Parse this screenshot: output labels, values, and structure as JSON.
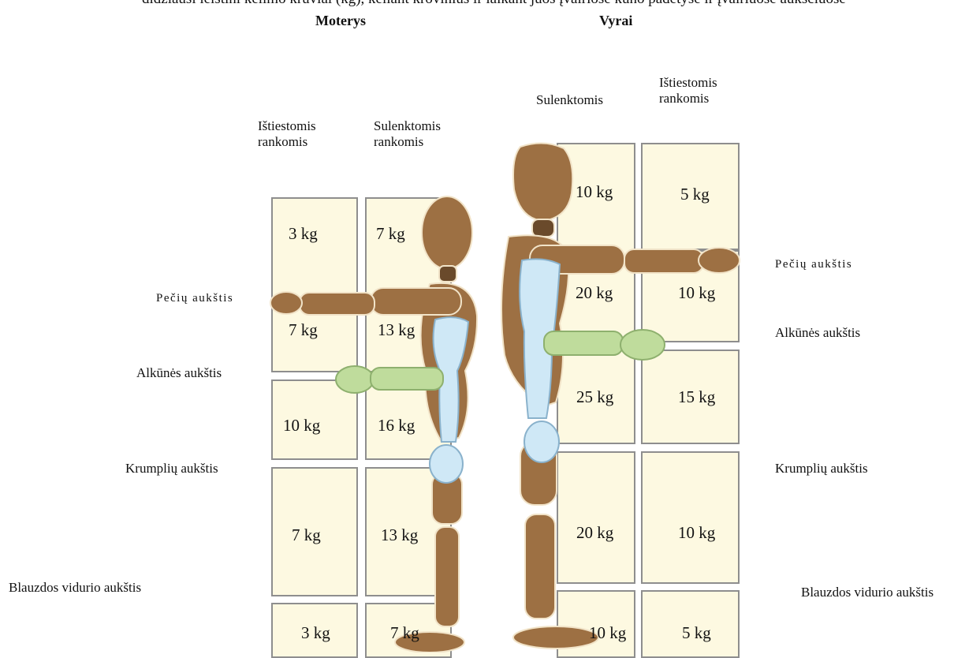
{
  "top_caption": "didžiausi leistini kėlimo krūviai (kg), keliant krovinius ir laikant juos įvairiose kūno padėtyse ir įvairiuose aukščiuose",
  "groups": {
    "women": {
      "title": "Moterys",
      "col_extended": [
        "Ištiestomis",
        "rankomis"
      ],
      "col_bent": [
        "Sulenktomis",
        "rankomis"
      ],
      "extended": [
        "3 kg",
        "7 kg",
        "10 kg",
        "7 kg",
        "3 kg"
      ],
      "bent": [
        "7 kg",
        "13 kg",
        "16 kg",
        "13 kg",
        "7 kg"
      ]
    },
    "men": {
      "title": "Vyrai",
      "col_bent": [
        "Sulenktomis"
      ],
      "col_extended": [
        "Ištiestomis",
        "rankomis"
      ],
      "bent": [
        "10 kg",
        "20 kg",
        "25 kg",
        "20 kg",
        "10 kg"
      ],
      "extended": [
        "5 kg",
        "10 kg",
        "15 kg",
        "10 kg",
        "5 kg"
      ]
    }
  },
  "levels": {
    "shoulder": "Pečių aukštis",
    "elbow": "Alkūnės aukštis",
    "knuckle": "Krumplių aukštis",
    "mid_shin": "Blauzdos vidurio aukštis"
  },
  "colors": {
    "cell_fill": "#fdf9e1",
    "cell_border": "#8e8e8e",
    "mannequin": "#9d7043",
    "mannequin_dark": "#6a4a2b",
    "torso_highlight": "#cfe8f6",
    "forearm_highlight": "#bfdc9c"
  }
}
